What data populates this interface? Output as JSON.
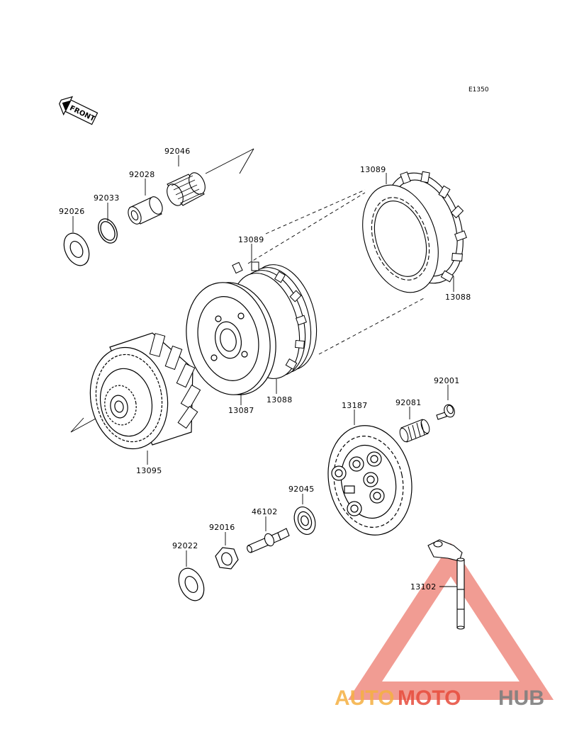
{
  "diagram_code": "E1350",
  "front_label": "FRONT",
  "parts": {
    "p92046": "92046",
    "p92028": "92028",
    "p92033": "92033",
    "p92026": "92026",
    "p13089a": "13089",
    "p13089b": "13089",
    "p13088a": "13088",
    "p13088b": "13088",
    "p13087": "13087",
    "p13095": "13095",
    "p13187": "13187",
    "p92081": "92081",
    "p92001": "92001",
    "p92045": "92045",
    "p46102": "46102",
    "p92016": "92016",
    "p92022": "92022",
    "p13102": "13102"
  },
  "watermark": {
    "part1": "AUTO",
    "part2": "MOTO",
    "part3": "HUB",
    "color1": "#f5b041",
    "color2": "#e74c3c",
    "color3": "#7f7f7f"
  }
}
